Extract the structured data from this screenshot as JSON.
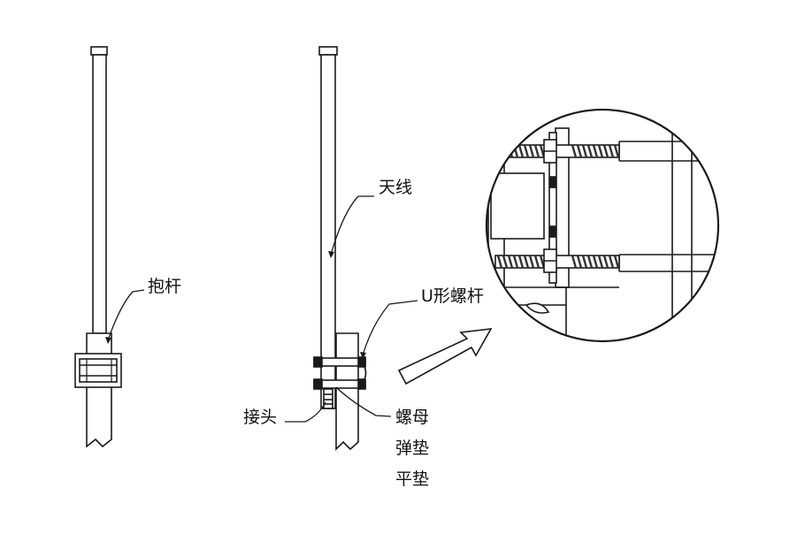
{
  "labels": {
    "antenna": "天线",
    "mast_pole": "抱杆",
    "u_bolt": "U形螺杆",
    "connector": "接头",
    "nut": "螺母",
    "spring_washer": "弹垫",
    "flat_washer": "平垫"
  },
  "colors": {
    "line": "#1a1a1a",
    "background": "#ffffff",
    "thread": "#333333",
    "arrow_fill": "#ffffff"
  }
}
